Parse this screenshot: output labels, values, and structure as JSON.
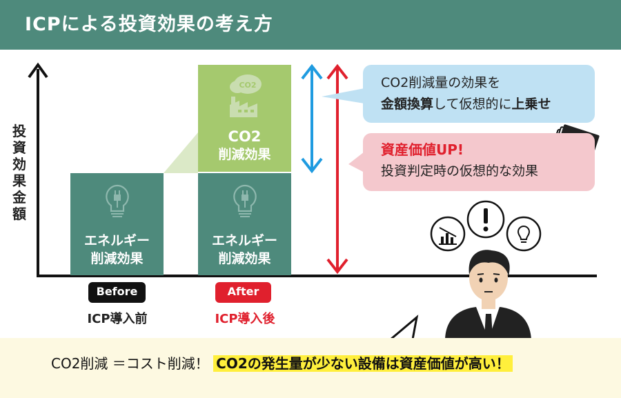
{
  "header": {
    "title": "ICPによる投資効果の考え方"
  },
  "y_axis": {
    "label_chars": [
      "投",
      "資",
      "効",
      "果",
      "金",
      "額"
    ]
  },
  "bars": {
    "before_energy": {
      "line1": "エネルギー",
      "line2": "削減効果",
      "icon": "lightbulb-plug-icon"
    },
    "after_energy": {
      "line1": "エネルギー",
      "line2": "削減効果",
      "icon": "lightbulb-plug-icon"
    },
    "after_co2": {
      "line1": "CO2",
      "line2": "削減効果",
      "icon": "factory-co2-icon"
    }
  },
  "labels": {
    "before_pill": "Before",
    "before_caption": "ICP導入前",
    "after_pill": "After",
    "after_caption": "ICP導入後"
  },
  "callouts": {
    "blue": {
      "line1": "CO2削減量の効果を",
      "line2_bold_a": "金額換算",
      "line2_mid": "して仮想的に",
      "line2_bold_b": "上乗せ"
    },
    "pink": {
      "line1": "資産価値UP!",
      "line2": "投資判定時の仮想的な効果"
    }
  },
  "bottom": {
    "text_plain": "CO2削減 ＝コスト削減！",
    "text_highlight": "CO2の発生量が少ない設備は資産価値が高い！"
  },
  "colors": {
    "header": "#4e8a7c",
    "bar_dark": "#4e8a7c",
    "bar_light": "#a5c96e",
    "arrow_blue": "#1f9be0",
    "arrow_red": "#e0202d",
    "bubble_blue": "#bfe1f3",
    "bubble_pink": "#f4c8cd",
    "highlight": "#ffef3c"
  },
  "person_icons": [
    "chart-icon",
    "exclamation-icon",
    "lightbulb-icon"
  ]
}
